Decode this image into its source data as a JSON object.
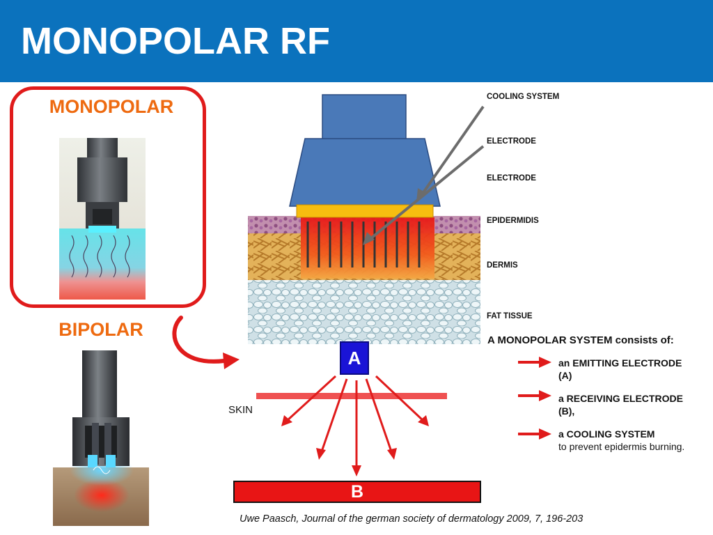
{
  "header": {
    "title": "MONOPOLAR RF"
  },
  "left": {
    "monopolar_label": "MONOPOLAR",
    "bipolar_label": "BIPOLAR"
  },
  "callouts": {
    "cooling_system": "COOLING SYSTEM",
    "electrode_1": "ELECTRODE",
    "electrode_2": "ELECTRODE",
    "epidermis": "EPIDERMIDIS",
    "dermis": "DERMIS",
    "fat_tissue": "FAT TISSUE"
  },
  "circuit": {
    "electrode_a": "A",
    "electrode_b": "B",
    "skin_label": "SKIN"
  },
  "system": {
    "title": "A MONOPOLAR SYSTEM consists of:",
    "items": [
      {
        "bold": "an EMITTING ELECTRODE (A)",
        "rest": ""
      },
      {
        "bold": "a RECEIVING ELECTRODE (B),",
        "rest": ""
      },
      {
        "bold": "a COOLING SYSTEM",
        "rest": "to prevent epidermis burning."
      }
    ]
  },
  "citation": "Uwe Paasch, Journal of the german society of dermatology 2009, 7, 196-203",
  "colors": {
    "header_bg": "#0b72bd",
    "accent_orange": "#ee6a10",
    "accent_red": "#e81515",
    "electrode_blue": "#4a79b8",
    "electrode_a_blue": "#1a14d6",
    "electrode_yellow": "#f7bd10"
  }
}
